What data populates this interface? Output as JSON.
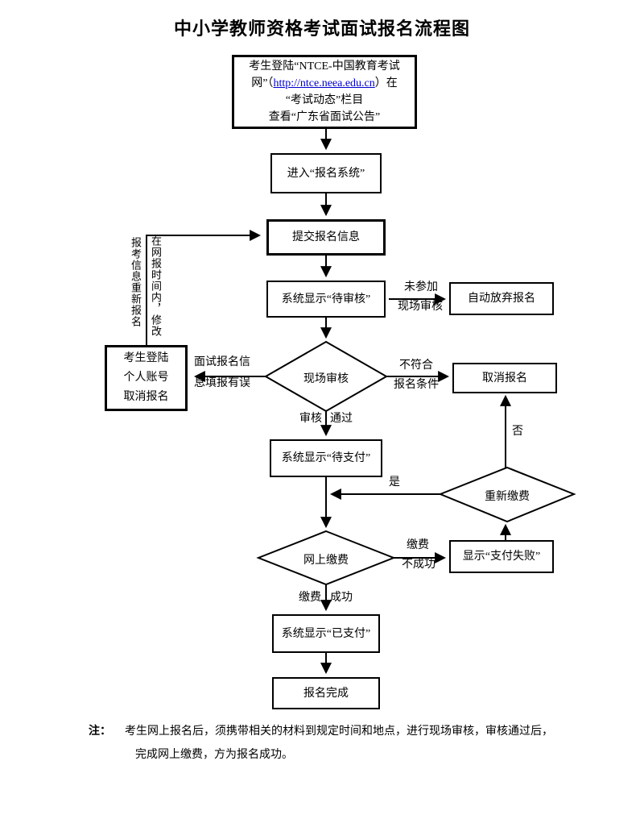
{
  "title": "中小学教师资格考试面试报名流程图",
  "nodes": {
    "notice": {
      "line1": "考生登陆“NTCE-中国教育考试",
      "line2_pre": "网”（",
      "link": "http://ntce.neea.edu.cn",
      "line2_post": "）在",
      "line3": "“考试动态”栏目",
      "line4": "查看“广东省面试公告”"
    },
    "enter": "进入“报名系统”",
    "submit": "提交报名信息",
    "pending_review": "系统显示“待审核”",
    "auto_abandon": "自动放弃报名",
    "onsite_review": "现场审核",
    "cancel_account": {
      "l1": "考生登陆",
      "l2": "个人账号",
      "l3": "取消报名"
    },
    "cancel_reg": "取消报名",
    "pending_payment": "系统显示“待支付”",
    "repay": "重新缴费",
    "online_payment": "网上缴费",
    "payment_failed": "显示“支付失败”",
    "paid": "系统显示“已支付”",
    "complete": "报名完成"
  },
  "edge_labels": {
    "not_attend_1": "未参加",
    "not_attend_2": "现场审核",
    "mistake_1": "面试报名信",
    "mistake_2": "息填报有误",
    "reregister_col_right": "在网报时间内，修改",
    "reregister_col_left": "报考信息重新报名",
    "approved_1": "审核",
    "approved_2": "通过",
    "not_qualified_1": "不符合",
    "not_qualified_2": "报名条件",
    "no": "否",
    "yes": "是",
    "pay_fail_1": "缴费",
    "pay_fail_2": "不成功",
    "pay_ok_1": "缴费",
    "pay_ok_2": "成功"
  },
  "note": {
    "label": "注：",
    "line1": "考生网上报名后，须携带相关的材料到规定时间和地点，进行现场审核，审核通过后，",
    "line2": "完成网上缴费，方为报名成功。"
  },
  "colors": {
    "line": "#000000",
    "link": "#0000cc"
  }
}
